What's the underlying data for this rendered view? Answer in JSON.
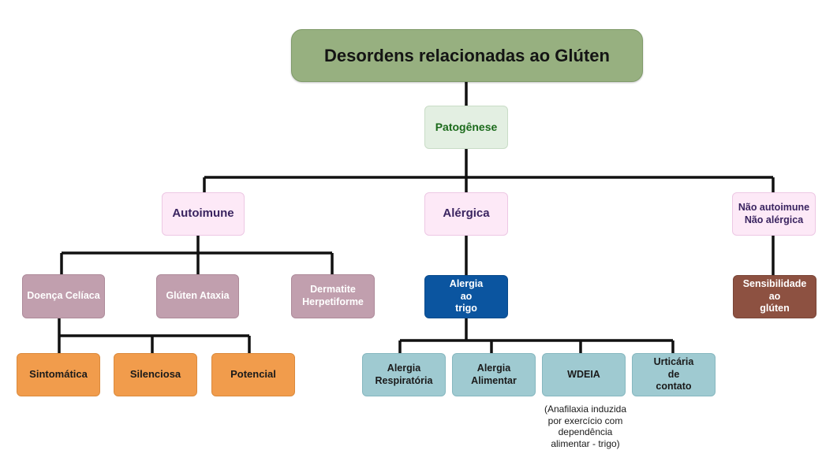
{
  "title": "Desordens relacionadas ao Glúten",
  "nodes": {
    "patogenese": "Patogênese",
    "autoimune": "Autoimune",
    "alergica": "Alérgica",
    "nao_autoimune": "Não autoimune\nNão alérgica",
    "doenca_celiaca": "Doença Celíaca",
    "gluten_ataxia": "Glúten Ataxia",
    "dermatite": "Dermatite\nHerpetiforme",
    "alergia_trigo": "Alergia\nao\ntrigo",
    "sensibilidade": "Sensibilidade\nao\nglúten",
    "sintomatica": "Sintomática",
    "silenciosa": "Silenciosa",
    "potencial": "Potencial",
    "alergia_respiratoria": "Alergia\nRespiratória",
    "alergia_alimentar": "Alergia\nAlimentar",
    "wdeia": "WDEIA",
    "urticaria": "Urticária\nde\ncontato"
  },
  "wdeia_note": "(Anafilaxia induzida\npor exercício com\ndependência\nalimentar - trigo)",
  "colors": {
    "title": "#97b080",
    "patogenese": "#e3efe2",
    "category": "#fde9f7",
    "autoimmune_subtype": "#c19fae",
    "wheat_allergy": "#0b55a0",
    "gluten_sensitivity": "#8d5141",
    "celiac_form": "#f19c4c",
    "allergy_type": "#9fcad1",
    "connector": "#111111"
  }
}
